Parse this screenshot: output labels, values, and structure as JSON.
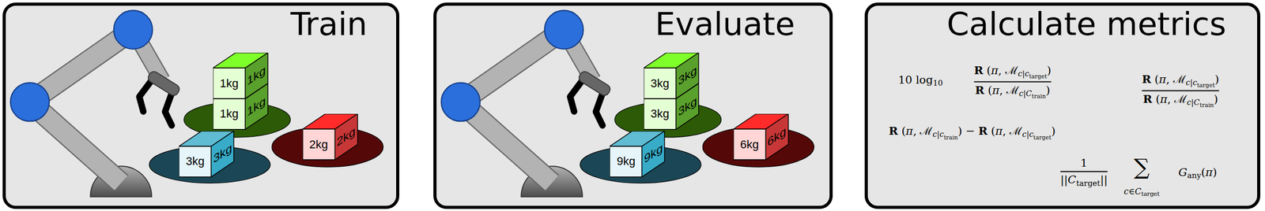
{
  "diagram": {
    "nodes": [
      {
        "text": [
          "Train"
        ]
      },
      {
        "text": [
          "1kg",
          "1kg"
        ],
        "in": 0
      },
      {
        "text": [
          "1kg",
          "1kg"
        ],
        "in": 0
      },
      {
        "text": [
          "3kg",
          "3kg"
        ],
        "in": 0
      },
      {
        "text": [
          "2kg",
          "2kg"
        ],
        "in": 0
      },
      {
        "text": [
          "Evaluate"
        ]
      },
      {
        "text": [
          "3kg",
          "3kg"
        ],
        "in": 5
      },
      {
        "text": [
          "3kg",
          "3kg"
        ],
        "in": 5
      },
      {
        "text": [
          "9kg",
          "9kg"
        ],
        "in": 5
      },
      {
        "text": [
          "6kg",
          "6kg"
        ],
        "in": 5
      },
      {
        "text": [
          "Calculate metrics"
        ]
      }
    ],
    "labels": [
      "10 log10",
      "R (π, ℳc|ctarget)",
      "R (π, ℳc|Ctrain)",
      "R (π, ℳc|ctarget)",
      "R (π, ℳc|Ctrain)",
      "R (π, ℳc|ctrain) − R (π, ℳc|ctarget)",
      "1",
      "||Ctarget||",
      "∑",
      "c∈Ctarget",
      "Gany(π)"
    ]
  }
}
